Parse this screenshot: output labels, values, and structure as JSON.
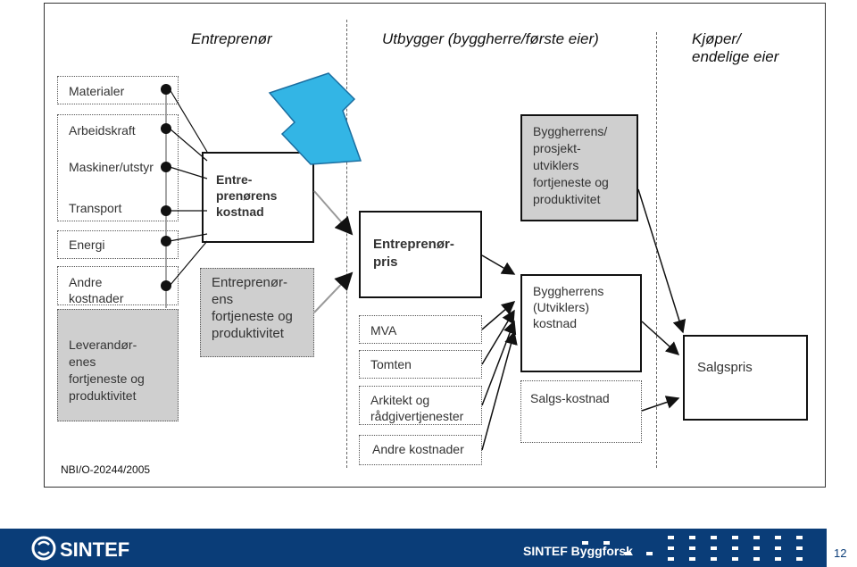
{
  "headers": {
    "entreprenor": "Entreprenør",
    "utbygger": "Utbygger (byggherre/første eier)",
    "kjoper_line1": "Kjøper/",
    "kjoper_line2": "endelige eier"
  },
  "inputs": [
    {
      "label": "Materialer"
    },
    {
      "label": "Arbeidskraft"
    },
    {
      "label": "Maskiner/utstyr"
    },
    {
      "label": "Transport"
    },
    {
      "label": "Energi"
    },
    {
      "label": "Andre kostnader"
    }
  ],
  "supplier_profit": [
    "Leverandør-",
    "enes",
    "fortjeneste og",
    "produktivitet"
  ],
  "contractor_cost": [
    "Entre-",
    "prenørens",
    "kostnad"
  ],
  "contractor_profit": [
    "Entreprenør-",
    "ens",
    "fortjeneste og",
    "produktivitet"
  ],
  "contractor_price": [
    "Entreprenør-",
    "pris"
  ],
  "developer_items": [
    {
      "label": "MVA"
    },
    {
      "label": "Tomten"
    },
    {
      "label": "Arkitekt og rådgivertjenester"
    },
    {
      "label": "Andre kostnader"
    }
  ],
  "developer_profit": [
    "Byggherrens/",
    "prosjekt-",
    "utviklers",
    "fortjeneste og",
    "produktivitet"
  ],
  "developer_cost": [
    "Byggherrens",
    "(Utviklers)",
    "kostnad"
  ],
  "sales_cost": "Salgs-kostnad",
  "sales_price": "Salgspris",
  "reference": "NBI/O-20244/2005",
  "footer": {
    "logo_text": "SINTEF",
    "brand": "SINTEF Byggforsk",
    "page": "12"
  },
  "colors": {
    "grey_fill": "#cfcfcf",
    "arrow_fill": "#33b5e5",
    "footer_blue": "#0a3d78"
  }
}
